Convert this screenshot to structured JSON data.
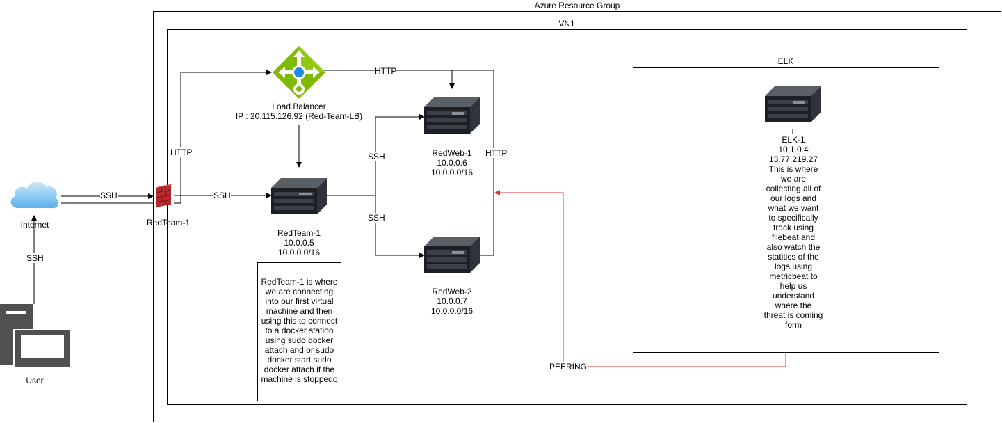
{
  "groups": {
    "resource_group": "Azure Resource Group",
    "vnet": "VN1",
    "elk": "ELK"
  },
  "nodes": {
    "internet": {
      "label": "Internet",
      "icon": "cloud-icon"
    },
    "user": {
      "label": "User",
      "icon": "desktop-computer-icon"
    },
    "firewall": {
      "label": "RedTeam-1",
      "icon": "firewall-icon"
    },
    "load_balancer": {
      "line1": "Load Balancer",
      "line2": "IP : 20.115.126.92 (Red-Team-LB)",
      "icon": "load-balancer-icon"
    },
    "jumpbox": {
      "line1": "RedTeam-1",
      "line2": "10.0.0.5",
      "line3": "10.0.0.0/16",
      "icon": "server-icon"
    },
    "web1": {
      "line1": "RedWeb-1",
      "line2": "10.0.0.6",
      "line3": "10.0.0.0/16",
      "icon": "server-icon"
    },
    "web2": {
      "line1": "RedWeb-2",
      "line2": "10.0.0.7",
      "line3": "10.0.0.0/16",
      "icon": "server-icon"
    },
    "elk1": {
      "line1": "ELK-1",
      "line2": "10.1.0.4",
      "line3": "13.77.219.27",
      "description": "This is where we are collecting all of our logs and what we want to specifically track using filebeat and also watch the statitics of the logs using metricbeat to help us understand where the threat is coming form",
      "icon": "server-icon"
    }
  },
  "notes": {
    "jumpbox_note": "RedTeam-1 is where we are connecting into our first virtual machine and then using this to connect to a docker station using sudo docker attach and or sudo docker start sudo docker attach if the machine is stoppedo"
  },
  "edges": {
    "user_internet": "SSH",
    "internet_firewall": "SSH",
    "firewall_jumpbox": "SSH",
    "firewall_lb": "HTTP",
    "lb_web": "HTTP",
    "web_right": "HTTP",
    "jump_web1": "SSH",
    "jump_web2": "SSH",
    "peering": "PEERING"
  },
  "colors": {
    "peering": "#e0303a",
    "lb_green": "#7fba00",
    "lb_blue": "#1e88e5"
  }
}
